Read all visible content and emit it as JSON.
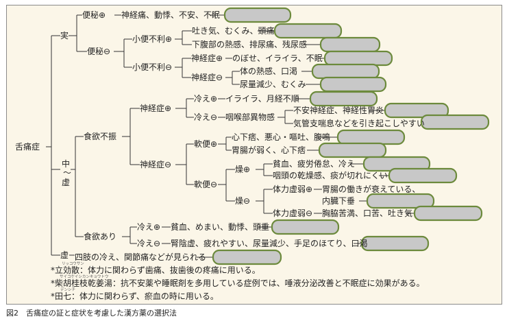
{
  "root": "舌痛症",
  "nodes": {
    "jitsu": "実",
    "benpi_plus": "便秘⊕",
    "benpi_minus": "便秘⊖",
    "shoben_plus": "小便不利⊕",
    "shoben_minus": "小便不利⊖",
    "shinkei_plus_1": "神経症⊕",
    "shinkei_minus_1": "神経症⊖",
    "chukyo": "中〜虚",
    "shokuyoku_fushin": "食欲不振",
    "shinkei_plus_2": "神経症⊕",
    "shinkei_minus_2": "神経症⊖",
    "hie_plus_1": "冷え⊕",
    "hie_minus_1": "冷え⊖",
    "nanben_plus": "軟便⊕",
    "nanben_minus": "軟便⊖",
    "so_plus": "燥⊕",
    "so_minus": "燥⊖",
    "tairyoku_plus": "体力虚弱⊕",
    "tairyoku_minus": "体力虚弱⊖",
    "shokuyoku_ari": "食欲あり",
    "hie_plus_2": "冷え⊕",
    "hie_minus_2": "冷え⊖",
    "kyo": "虚"
  },
  "leaves": {
    "l1": "神経痛、動悸、不安、不眠",
    "l2": "吐き気、むくみ、頭痛",
    "l3": "下腹部の熱感、排尿痛、残尿感",
    "l4": "のぼせ、イライラ、不眠",
    "l5": "体の熱感、口渇",
    "l6": "尿量減少、むくみ",
    "l7": "イライラ、月経不順",
    "l8": "咽喉部異物感",
    "l9": "不安神経症、神経性胃炎",
    "l10": "気管支喘息などを引き起こしやすい",
    "l11": "心下痞、悪心・嘔吐、腹鳴",
    "l12": "胃腸が弱く、心下痞",
    "l13": "貧血、疲労倦怠、冷え",
    "l14": "咽頭の乾燥感、痰が切れにくい",
    "l15a": "胃腸の働きが衰えている、",
    "l15b": "内臓下垂",
    "l16": "胸脇苦満、口苦、吐き気",
    "l17": "貧血、めまい、動悸、頭重",
    "l18": "腎陰虚、疲れやすい、尿量減少、手足のほてり、口渇",
    "l19": "四肢の冷え、関節痛などが見られる"
  },
  "notes": {
    "n1": "*立効散：体力に関わらず歯痛、抜歯後の疼痛に用いる。",
    "n1_ruby": "リッコウサン",
    "n2": "*柴胡桂枝乾姜湯：抗不安薬や睡眠剤を多用している症例では、唾液分泌改善と不眠症に効果がある。",
    "n2_ruby": "サイコケイシカンキョウトウ",
    "n3": "*田七：体力に関わらず、瘀血の時に用いる。",
    "n3_ruby": "デンシチ"
  },
  "caption": "図2　舌痛症の証と症状を考慮した漢方薬の選択法",
  "colors": {
    "panel": "#fbf6e8",
    "pill_fill": "#c8c8c8",
    "pill_border": "#6c8a3c"
  }
}
